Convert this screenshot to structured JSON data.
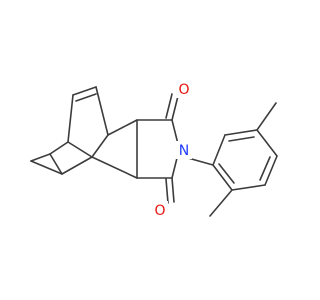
{
  "molecule": {
    "atoms": [
      {
        "id": "O1",
        "symbol": "O",
        "color": "#e8140f"
      },
      {
        "id": "N1",
        "symbol": "N",
        "color": "#1f3cff"
      },
      {
        "id": "O2",
        "symbol": "O",
        "color": "#e8140f"
      }
    ],
    "bond_color": "#3c3c3c"
  }
}
